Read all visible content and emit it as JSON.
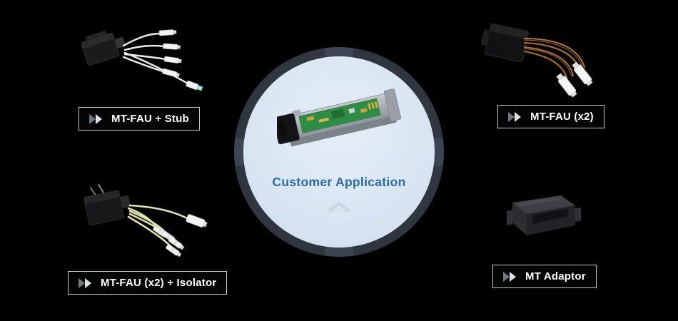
{
  "center": {
    "label": "Customer Application",
    "label_color": "#2a6ba8",
    "ring_color": "#2f3640",
    "inner_color": "#d9e6f2",
    "image": "optical-transceiver-module",
    "chevron_icon": "chevron-up-icon"
  },
  "products": [
    {
      "id": "mt-fau-stub",
      "label": "MT-FAU + Stub",
      "position": "top-left",
      "icon": "double-chevron-right-icon",
      "image": "mt-fau-stub-assembly"
    },
    {
      "id": "mt-fau-x2",
      "label": "MT-FAU (x2)",
      "position": "top-right",
      "icon": "double-chevron-right-icon",
      "image": "mt-fau-x2-assembly"
    },
    {
      "id": "mt-fau-x2-isolator",
      "label": "MT-FAU (x2) + Isolator",
      "position": "bottom-left",
      "icon": "double-chevron-right-icon",
      "image": "mt-fau-x2-isolator-assembly"
    },
    {
      "id": "mt-adaptor",
      "label": "MT Adaptor",
      "position": "bottom-right",
      "icon": "double-chevron-right-icon",
      "image": "mt-adaptor-block"
    }
  ],
  "colors": {
    "background": "#000000",
    "label_border": "#c9c9c9",
    "label_text": "#ffffff",
    "fiber_white": "#ececec",
    "fiber_orange": "#b06f2e",
    "fiber_yellow": "#e2e3a6",
    "stub_tip": "#a8d8e6",
    "pcb_green": "#2f8c45"
  }
}
